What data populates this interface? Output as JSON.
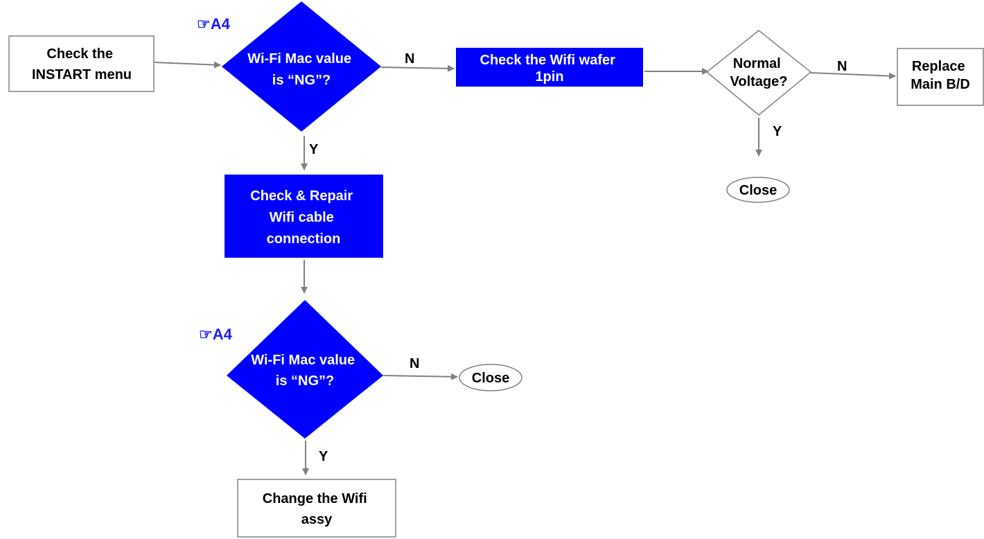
{
  "colors": {
    "process_fill": "#0000ff",
    "decision_fill": "#0000ff",
    "outline": "#808080",
    "arrow": "#808080",
    "text_on_blue": "#ffffff",
    "text_default": "#000000",
    "reference": "#1a1aff"
  },
  "references": {
    "a4_top": "☞A4",
    "a4_bottom": "☞A4"
  },
  "nodes": {
    "check_instart": [
      "Check the",
      "INSTART menu"
    ],
    "decision_mac_1": [
      "Wi-Fi Mac value",
      "is “NG”?"
    ],
    "check_wafer": [
      "Check the Wifi wafer",
      "1pin"
    ],
    "decision_voltage": [
      "Normal",
      "Voltage?"
    ],
    "replace_main": [
      "Replace",
      "Main B/D"
    ],
    "close_1": [
      "Close"
    ],
    "repair_cable": [
      "Check & Repair",
      "Wifi cable",
      "connection"
    ],
    "decision_mac_2": [
      "Wi-Fi Mac value",
      "is “NG”?"
    ],
    "close_2": [
      "Close"
    ],
    "change_wifi": [
      "Change the Wifi",
      "assy"
    ]
  },
  "edge_labels": {
    "mac1_no": "N",
    "mac1_yes": "Y",
    "voltage_no": "N",
    "voltage_yes": "Y",
    "mac2_no": "N",
    "mac2_yes": "Y"
  }
}
